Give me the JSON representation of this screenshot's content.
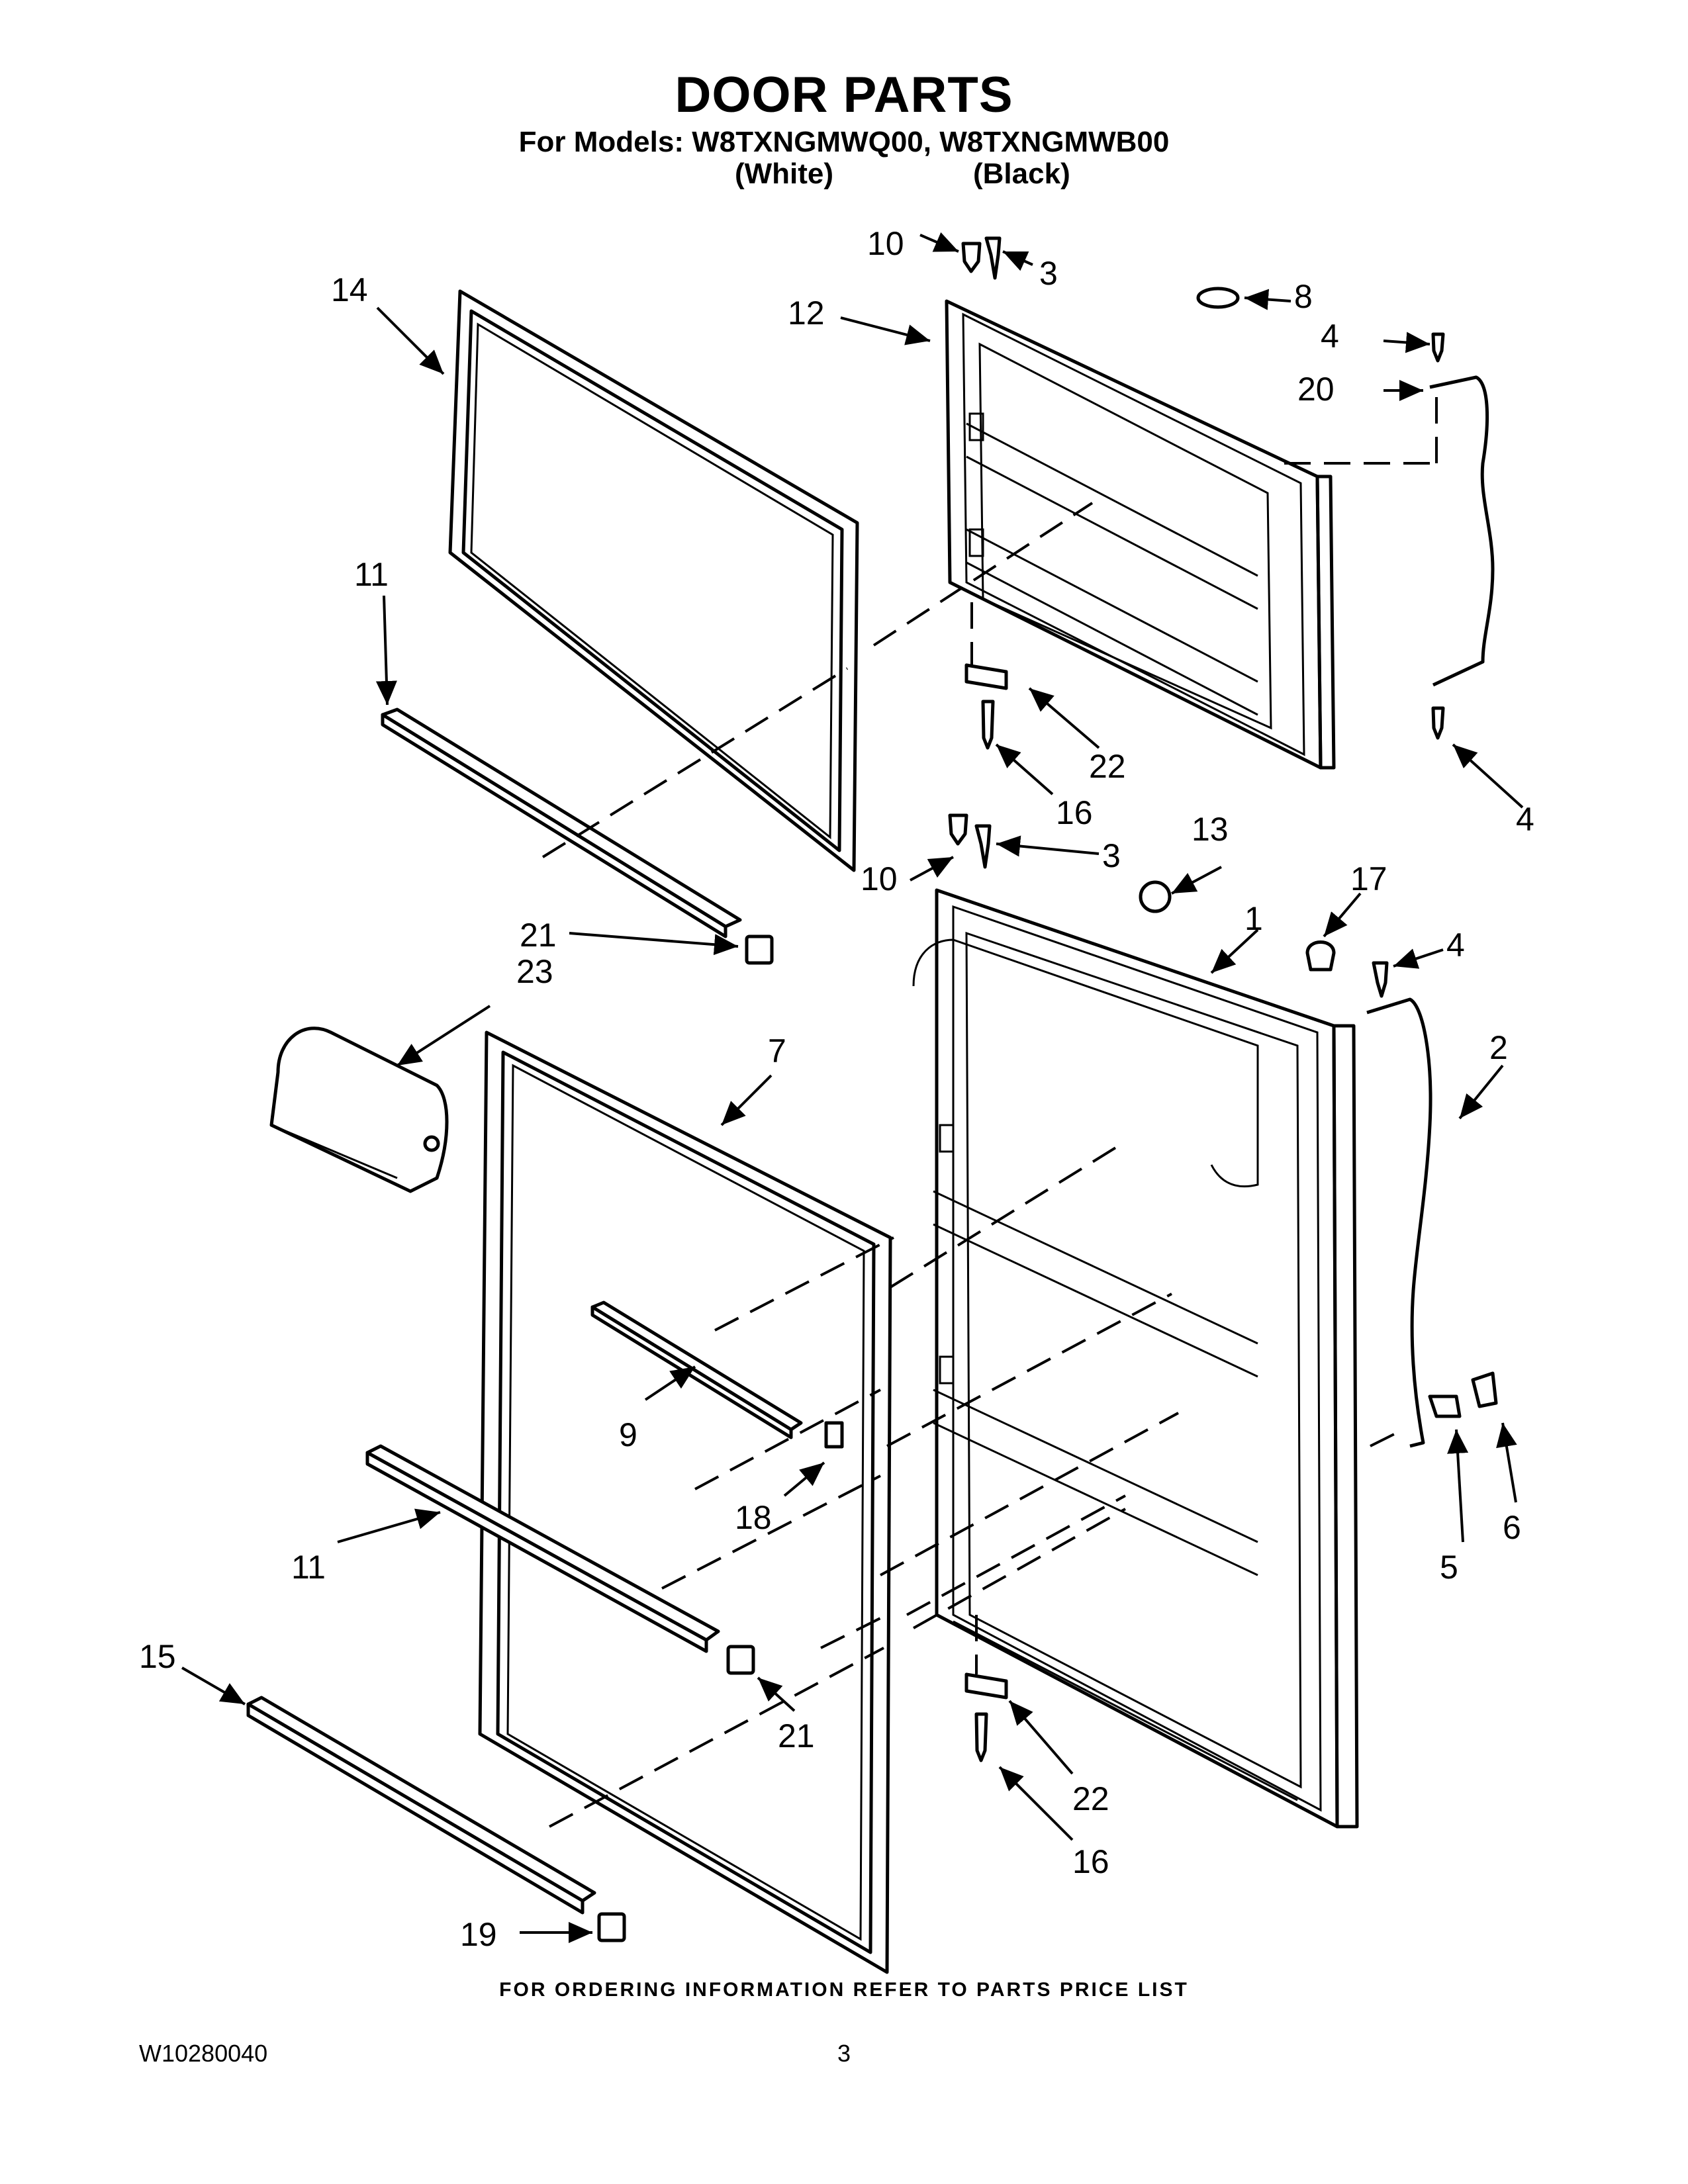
{
  "header": {
    "title": "DOOR PARTS",
    "subtitle": "For Models: W8TXNGMWQ00, W8TXNGMWB00",
    "variant_white": "(White)",
    "variant_black": "(Black)"
  },
  "callouts": {
    "c1": "1",
    "c2": "2",
    "c3a": "3",
    "c3b": "3",
    "c4a": "4",
    "c4b": "4",
    "c4c": "4",
    "c5": "5",
    "c6": "6",
    "c7": "7",
    "c8": "8",
    "c9": "9",
    "c10a": "10",
    "c10b": "10",
    "c11a": "11",
    "c11b": "11",
    "c12": "12",
    "c13": "13",
    "c14": "14",
    "c15": "15",
    "c16a": "16",
    "c16b": "16",
    "c17": "17",
    "c18": "18",
    "c19": "19",
    "c20": "20",
    "c21a": "21",
    "c21b": "21",
    "c22a": "22",
    "c22b": "22",
    "c23": "23"
  },
  "footer": {
    "ordering_note": "FOR ORDERING INFORMATION REFER TO PARTS PRICE LIST",
    "doc_number": "W10280040",
    "page_number": "3"
  }
}
